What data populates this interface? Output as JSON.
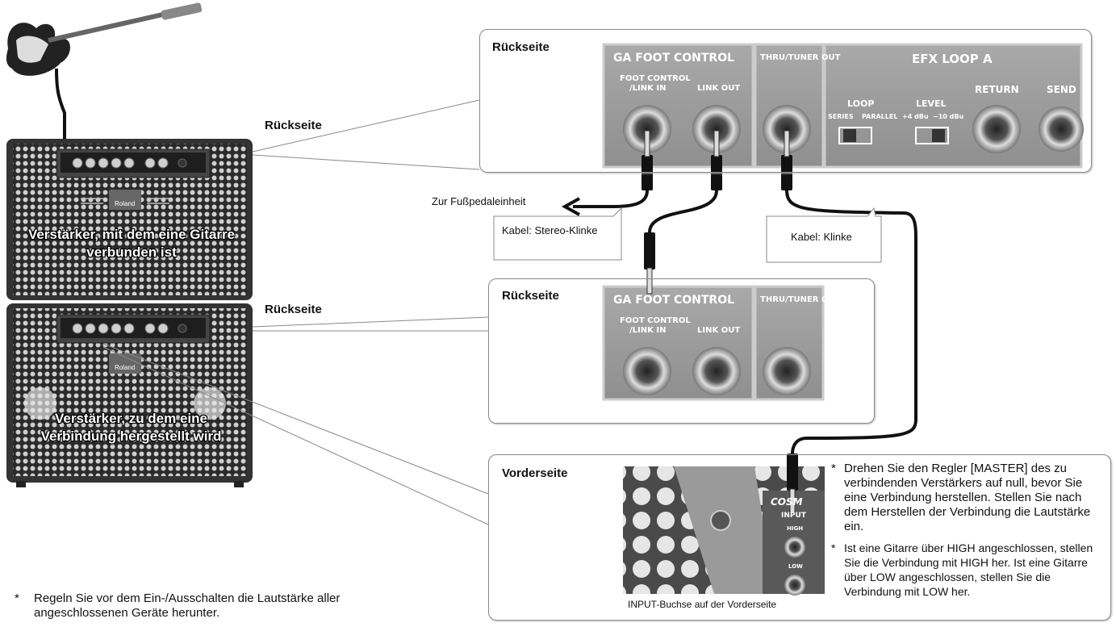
{
  "labels": {
    "rear_top": "Rückseite",
    "rear_mid": "Rückseite",
    "front": "Vorderseite",
    "amp1_side": "Rückseite",
    "amp2_side": "Rückseite",
    "to_footpedal": "Zur Fußpedaleinheit",
    "cable_stereo": "Kabel: Stereo-Klinke",
    "cable_mono": "Kabel: Klinke",
    "amp1_caption": "Verstärker, mit dem eine Gitarre verbunden ist",
    "amp2_caption": "Verstärker, zu dem eine Verbindung hergestellt wird",
    "input_caption": "INPUT-Buchse auf der Vorderseite"
  },
  "panel_text": {
    "ga_foot_control": "GA FOOT CONTROL",
    "thru_tuner_out": "THRU/TUNER OUT",
    "efx_loop_a": "EFX LOOP A",
    "foot_control": "FOOT CONTROL",
    "link_in": "/LINK IN",
    "link_out": "LINK OUT",
    "loop": "LOOP",
    "series": "SERIES",
    "parallel": "PARALLEL",
    "level": "LEVEL",
    "plus4": "+4 dBu",
    "minus10": "−10 dBu",
    "return": "RETURN",
    "send": "SEND",
    "cosm": "COSM",
    "input": "INPUT",
    "high": "HIGH",
    "low": "LOW",
    "roland": "Roland"
  },
  "notes_right": [
    "Drehen Sie den Regler [MASTER] des zu verbindenden Verstärkers auf null, bevor Sie eine Verbindung herstellen. Stellen Sie nach dem Herstellen der Verbindung die Lautstärke ein.",
    "Ist eine Gitarre über HIGH angeschlossen, stellen Sie die Verbindung mit HIGH her. Ist eine Gitarre über LOW angeschlossen, stellen Sie die Verbindung mit LOW her."
  ],
  "note_bottom": "Regeln Sie vor dem Ein-/Ausschalten die Lautstärke aller angeschlossenen Geräte herunter."
}
